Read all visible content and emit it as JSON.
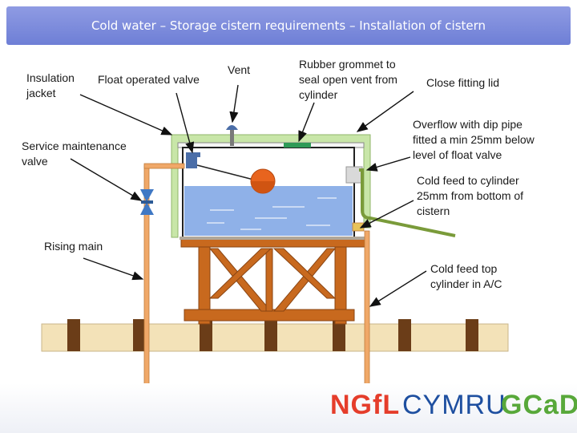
{
  "title": "Cold water – Storage cistern requirements – Installation of cistern",
  "labels": {
    "insulation_jacket": [
      "Insulation",
      "jacket"
    ],
    "float_valve": [
      "Float operated valve"
    ],
    "vent": [
      "Vent"
    ],
    "rubber_grommet": [
      "Rubber grommet to",
      "seal open vent from",
      "cylinder"
    ],
    "close_lid": [
      "Close fitting lid"
    ],
    "overflow": [
      "Overflow with dip pipe",
      "fitted a min 25mm below",
      "level of float valve"
    ],
    "cold_feed_cylinder": [
      "Cold feed to cylinder",
      "25mm from bottom of",
      "cistern"
    ],
    "service_valve": [
      "Service maintenance",
      "valve"
    ],
    "rising_main": [
      "Rising main"
    ],
    "cold_feed_top": [
      "Cold feed top",
      "cylinder in A/C"
    ]
  },
  "logo": {
    "part1": "NGfL",
    "part2": "CYMRU",
    "part3": "GCaD"
  },
  "colors": {
    "title_bg": "#7482d9",
    "insulation": "#c8e6a8",
    "water": "#8fb1e8",
    "timber": "#c8691e",
    "pipe": "#f0a868",
    "logo_red": "#e53d2b",
    "logo_blue": "#1e4fa0",
    "logo_green": "#58a83a"
  }
}
